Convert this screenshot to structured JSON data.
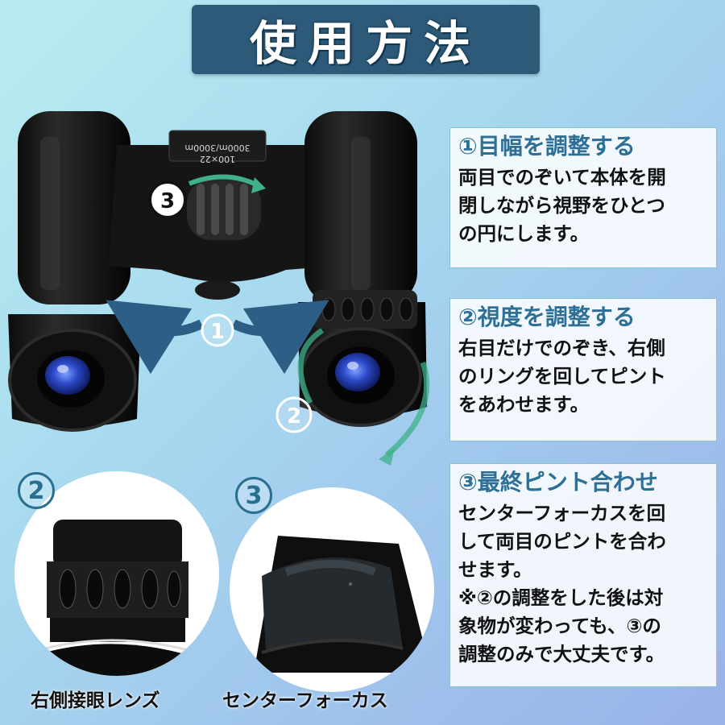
{
  "title": "使用方法",
  "markers": {
    "one": "1",
    "two": "2",
    "three": "3"
  },
  "body_label": {
    "line1": "3000m/3000m",
    "line2": "100×22"
  },
  "steps": [
    {
      "heading": "①目幅を調整する",
      "lines": [
        "両目でのぞいて本体を開",
        "閉しながら視野をひとつ",
        "の円にします。"
      ]
    },
    {
      "heading": "②視度を調整する",
      "lines": [
        "右目だけでのぞき、右側",
        "のリングを回してピント",
        "をあわせます。"
      ]
    },
    {
      "heading": "③最終ピント合わせ",
      "lines": [
        "センターフォーカスを回",
        "して両目のピントを合わ",
        "せます。",
        "※②の調整をした後は対",
        "象物が変わっても、③の",
        "調整のみで大丈夫です。"
      ]
    }
  ],
  "details": [
    {
      "number": "2",
      "caption": "右側接眼レンズ"
    },
    {
      "number": "3",
      "caption": "センターフォーカス"
    }
  ],
  "colors": {
    "banner": "#2d5a78",
    "heading": "#2d6f95",
    "arrow_blue": "#2d5f86",
    "arrow_green": "#3fb08a"
  }
}
